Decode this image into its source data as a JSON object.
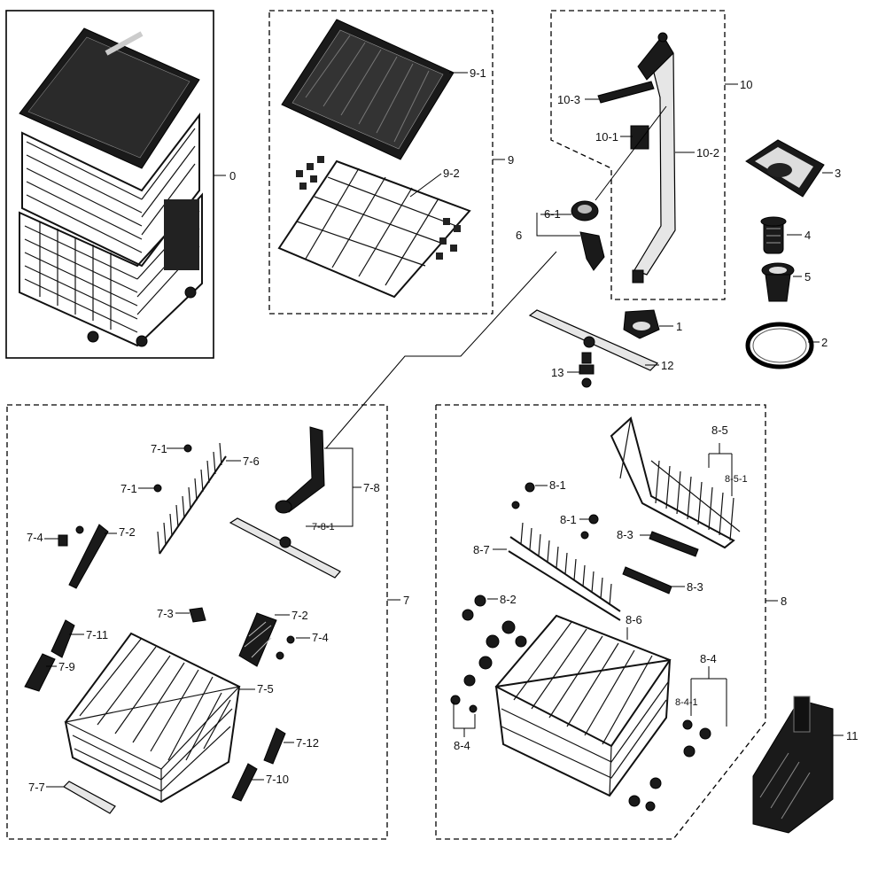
{
  "callouts": {
    "c0": "0",
    "c9": "9",
    "c9_1": "9-1",
    "c9_2": "9-2",
    "c10": "10",
    "c10_1": "10-1",
    "c10_2": "10-2",
    "c10_3": "10-3",
    "c6": "6",
    "c6_1": "6-1",
    "c1": "1",
    "c2": "2",
    "c3": "3",
    "c4": "4",
    "c5": "5",
    "c12": "12",
    "c13": "13",
    "c11": "11",
    "c7": "7",
    "c7_1a": "7-1",
    "c7_1b": "7-1",
    "c7_2a": "7-2",
    "c7_2b": "7-2",
    "c7_3": "7-3",
    "c7_4a": "7-4",
    "c7_4b": "7-4",
    "c7_5": "7-5",
    "c7_6": "7-6",
    "c7_7": "7-7",
    "c7_8": "7-8",
    "c7_8_1": "7-8-1",
    "c7_9": "7-9",
    "c7_10": "7-10",
    "c7_11": "7-11",
    "c7_12": "7-12",
    "c8": "8",
    "c8_1a": "8-1",
    "c8_1b": "8-1",
    "c8_2": "8-2",
    "c8_3a": "8-3",
    "c8_3b": "8-3",
    "c8_4a": "8-4",
    "c8_4b": "8-4",
    "c8_4_1": "8-4-1",
    "c8_5": "8-5",
    "c8_5_1": "8-5-1",
    "c8_6": "8-6",
    "c8_7": "8-7"
  }
}
